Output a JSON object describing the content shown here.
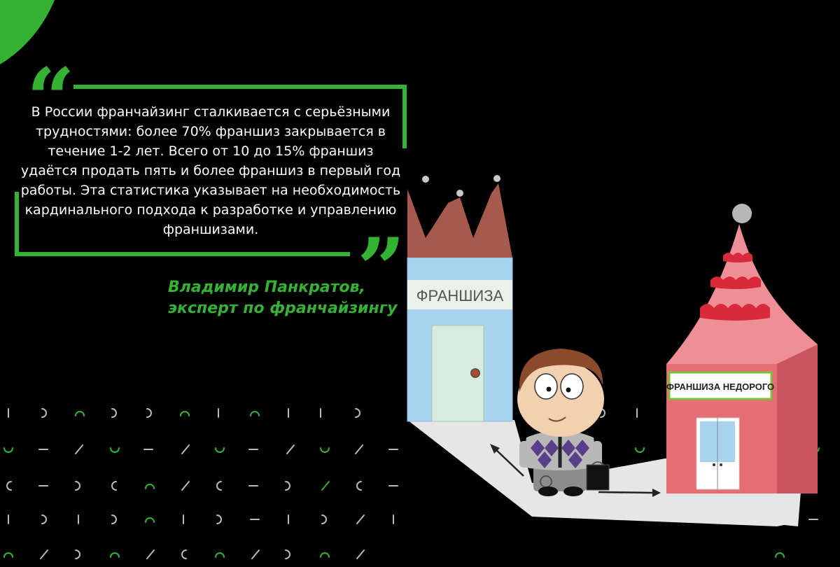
{
  "quote": {
    "open_mark": "“",
    "close_mark": "”",
    "text": "В России франчайзинг сталкивается с серьёзными трудностями: более 70% франшиз закрывается в течение 1-2 лет. Всего от 10 до 15% франшиз удаётся продать пять и более франшиз в первый год работы. Эта статистика указывает на необходимость кардинального подхода к разработке и управлению франшизами."
  },
  "author": {
    "name": "Владимир Панкратов,",
    "role": "эксперт по франчайзингу"
  },
  "illustration": {
    "left_building_sign": "ФРАНШИЗА",
    "right_building_sign": "ФРАНШИЗА НЕДОРОГО"
  },
  "colors": {
    "accent_green": "#34b233",
    "background": "#000000",
    "text": "#ffffff",
    "left_building_wall": "#a7d3ef",
    "left_building_roof": "#a65a4d",
    "right_building_wall": "#d9636a",
    "right_building_roof": "#ee7f86"
  }
}
